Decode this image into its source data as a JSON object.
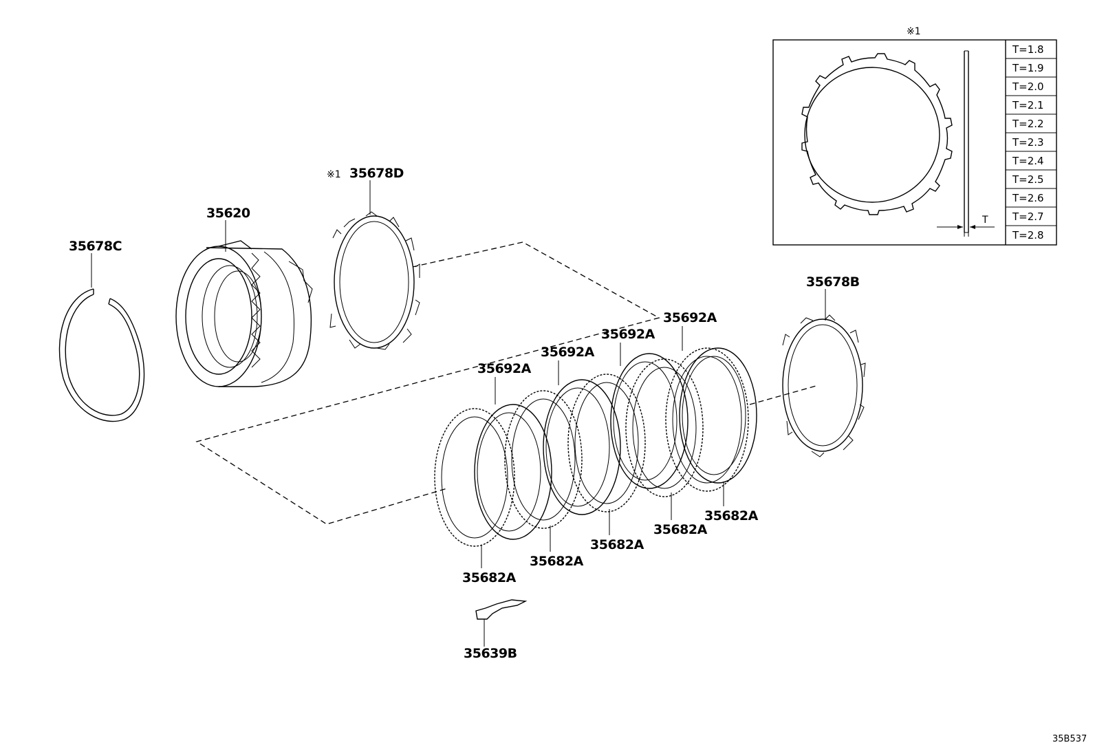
{
  "parts": {
    "snap_ring": "35678C",
    "drum": "35620",
    "flange_plate": "35678D",
    "flange_plate_ref": "※1",
    "backing_plate": "35678B",
    "clutch_plates": [
      "35692A",
      "35692A",
      "35692A",
      "35692A"
    ],
    "clutch_discs": [
      "35682A",
      "35682A",
      "35682A",
      "35682A",
      "35682A"
    ],
    "bracket": "35639B"
  },
  "inset": {
    "ref_mark": "※1",
    "thickness_symbol": "T",
    "thicknesses": [
      "T=1.8",
      "T=1.9",
      "T=2.0",
      "T=2.1",
      "T=2.2",
      "T=2.3",
      "T=2.4",
      "T=2.5",
      "T=2.6",
      "T=2.7",
      "T=2.8"
    ]
  },
  "drawing_code": "35B537"
}
